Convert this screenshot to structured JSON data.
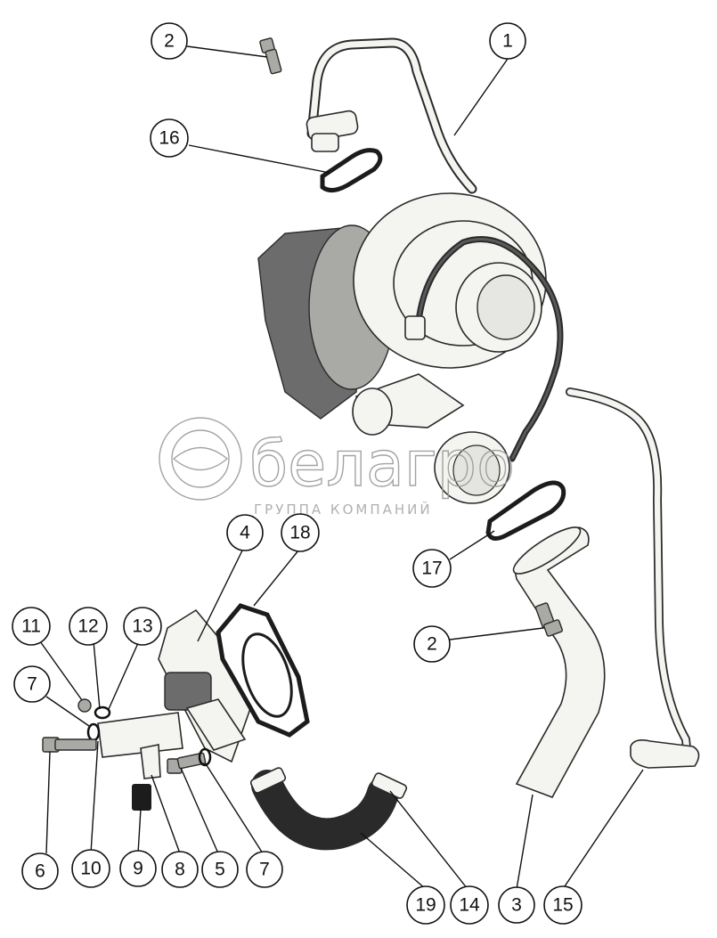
{
  "callouts": [
    {
      "id": "c1",
      "label": "1"
    },
    {
      "id": "c2a",
      "label": "2"
    },
    {
      "id": "c16",
      "label": "16"
    },
    {
      "id": "c4",
      "label": "4"
    },
    {
      "id": "c18",
      "label": "18"
    },
    {
      "id": "c17",
      "label": "17"
    },
    {
      "id": "c2b",
      "label": "2"
    },
    {
      "id": "c11",
      "label": "11"
    },
    {
      "id": "c12",
      "label": "12"
    },
    {
      "id": "c13",
      "label": "13"
    },
    {
      "id": "c7a",
      "label": "7"
    },
    {
      "id": "c6",
      "label": "6"
    },
    {
      "id": "c10",
      "label": "10"
    },
    {
      "id": "c9",
      "label": "9"
    },
    {
      "id": "c8",
      "label": "8"
    },
    {
      "id": "c5",
      "label": "5"
    },
    {
      "id": "c7b",
      "label": "7"
    },
    {
      "id": "c19",
      "label": "19"
    },
    {
      "id": "c14",
      "label": "14"
    },
    {
      "id": "c3",
      "label": "3"
    },
    {
      "id": "c15",
      "label": "15"
    }
  ],
  "watermark": {
    "brand": "белагро",
    "subtitle": "ГРУППА КОМПАНИЙ"
  }
}
